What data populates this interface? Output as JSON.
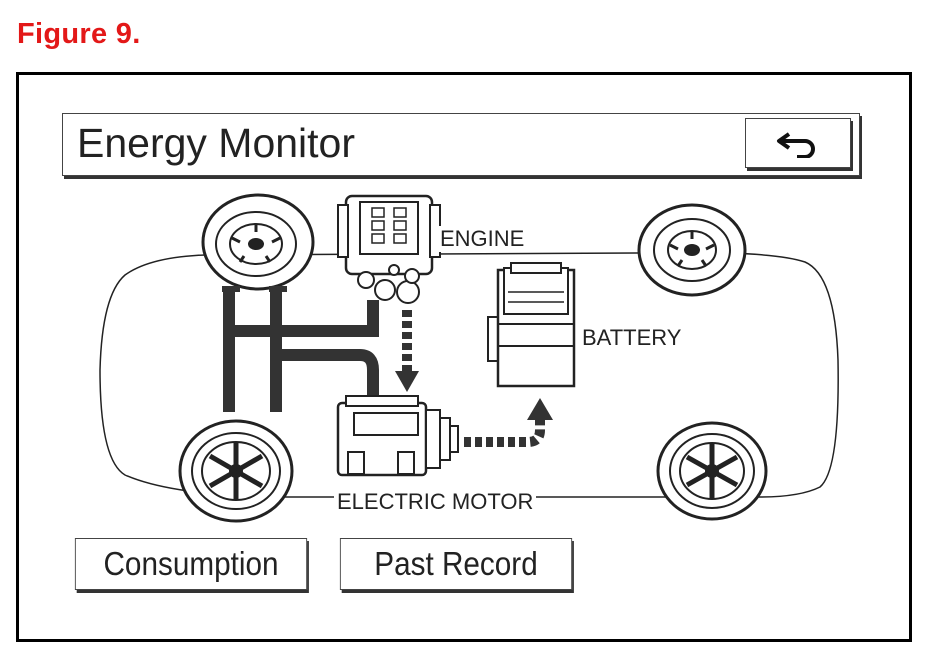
{
  "figure_caption": "Figure 9.",
  "screen": {
    "title": "Energy Monitor",
    "back_icon": "return-arrow-icon"
  },
  "diagram": {
    "labels": {
      "engine": "ENGINE",
      "battery": "BATTERY",
      "electric_motor": "ELECTRIC MOTOR"
    },
    "flows": [
      {
        "from": "engine",
        "to": "electric_motor",
        "style": "dashed"
      },
      {
        "from": "electric_motor",
        "to": "battery",
        "style": "dashed"
      }
    ]
  },
  "buttons": {
    "consumption": "Consumption",
    "past_record": "Past Record"
  }
}
